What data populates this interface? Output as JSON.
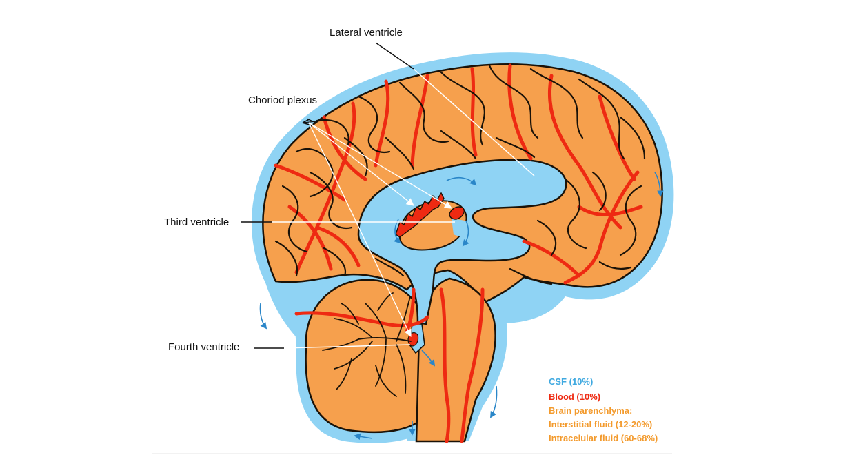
{
  "labels": {
    "lateral_ventricle": "Lateral ventricle",
    "choroid_plexus": "Choriod plexus",
    "third_ventricle": "Third ventricle",
    "fourth_ventricle": "Fourth ventricle"
  },
  "legend": {
    "csf": "CSF (10%)",
    "blood": "Blood (10%)",
    "parenchyma": "Brain parenchlyma:",
    "interstitial": "Interstitial fluid (12-20%)",
    "intracellular": "Intracelular fluid (60-68%)"
  },
  "colors": {
    "csf": "#8fd3f4",
    "csf_text": "#3fa9e0",
    "blood": "#ee2a12",
    "parenchyma": "#f6a04d",
    "parenchyma_text": "#f39a2c",
    "outline": "#1a1208"
  },
  "icons": {
    "flow_arrows": "csf-flow-arrow-icon"
  }
}
